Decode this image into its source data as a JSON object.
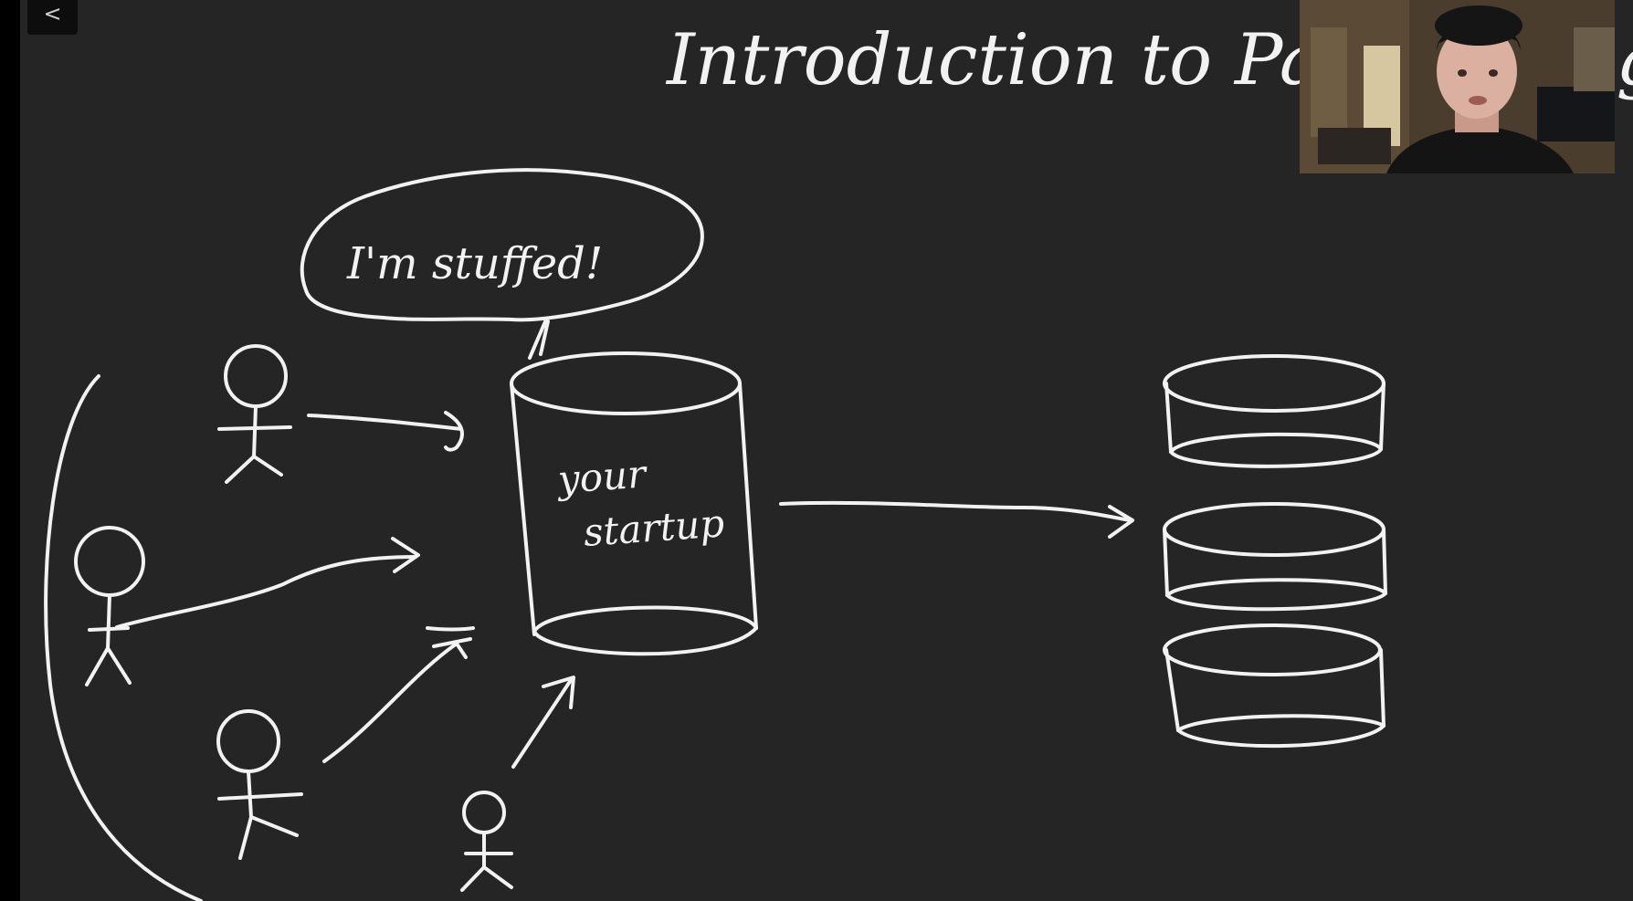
{
  "window": {
    "back_button_label": "<"
  },
  "whiteboard": {
    "title": "Introduction to Partitioning",
    "speech_bubble": "I'm stuffed!",
    "database_label_line1": "your",
    "database_label_line2": "startup",
    "ink_color": "#f2f2f2",
    "background_color": "#252525"
  },
  "webcam": {
    "description_icon": "presenter-webcam"
  }
}
